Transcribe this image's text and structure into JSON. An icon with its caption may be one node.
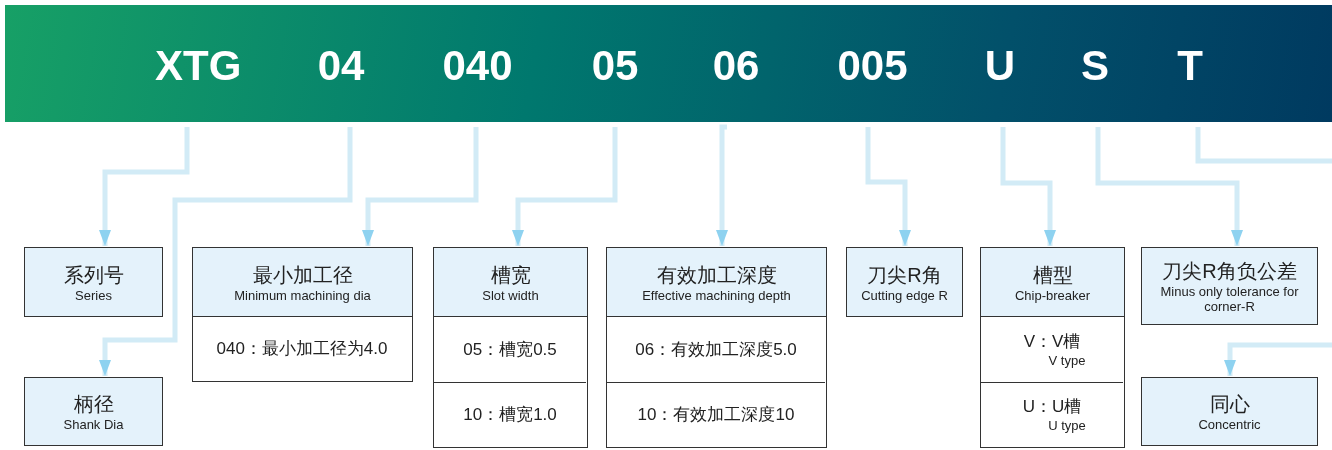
{
  "diagram": {
    "nodes": [
      {
        "text": [],
        "shape": "bar"
      },
      {
        "text": [
          "XTG"
        ],
        "in": 0
      },
      {
        "text": [
          "04"
        ],
        "in": 0
      },
      {
        "text": [
          "040"
        ],
        "in": 0
      },
      {
        "text": [
          "05"
        ],
        "in": 0
      },
      {
        "text": [
          "06"
        ],
        "in": 0
      },
      {
        "text": [
          "005"
        ],
        "in": 0
      },
      {
        "text": [
          "U"
        ],
        "in": 0
      },
      {
        "text": [
          "S"
        ],
        "in": 0
      },
      {
        "text": [
          "T"
        ],
        "in": 0
      },
      {
        "text": [
          "系列号",
          "Series"
        ]
      },
      {
        "text": [
          "柄径",
          "Shank Dia"
        ]
      },
      {
        "text": [
          "最小加工径",
          "Minimum machining dia"
        ]
      },
      {
        "text": [
          "040：最小加工径为4.0"
        ],
        "in": 12
      },
      {
        "text": [
          "槽宽",
          "Slot width"
        ]
      },
      {
        "text": [
          "05：槽宽0.5"
        ],
        "in": 14
      },
      {
        "text": [
          "10：槽宽1.0"
        ],
        "in": 14
      },
      {
        "text": [
          "有效加工深度",
          "Effective machining depth"
        ]
      },
      {
        "text": [
          "06：有效加工深度5.0"
        ],
        "in": 17
      },
      {
        "text": [
          "10：有效加工深度10"
        ],
        "in": 17
      },
      {
        "text": [
          "刀尖R角",
          "Cutting edge R"
        ]
      },
      {
        "text": [
          "槽型",
          "Chip-breaker"
        ]
      },
      {
        "text": [
          "V：V槽",
          "V type"
        ],
        "in": 21
      },
      {
        "text": [
          "U：U槽",
          "U type"
        ],
        "in": 21
      },
      {
        "text": [
          "刀尖R角负公差",
          "Minus only tolerance for corner-R"
        ]
      },
      {
        "text": [
          "同心",
          "Concentric"
        ]
      }
    ],
    "edges": [
      {
        "from": 1,
        "to": 10,
        "arrow": "to"
      },
      {
        "from": 2,
        "to": 11,
        "arrow": "to"
      },
      {
        "from": 3,
        "to": 12,
        "arrow": "to"
      },
      {
        "from": 4,
        "to": 14,
        "arrow": "to"
      },
      {
        "from": 5,
        "to": 17,
        "arrow": "to"
      },
      {
        "from": 6,
        "to": 20,
        "arrow": "to"
      },
      {
        "from": 7,
        "to": 21,
        "arrow": "to"
      },
      {
        "from": 8,
        "to": 24,
        "arrow": "to"
      },
      {
        "from": 9,
        "to": 25,
        "arrow": "to"
      }
    ]
  }
}
